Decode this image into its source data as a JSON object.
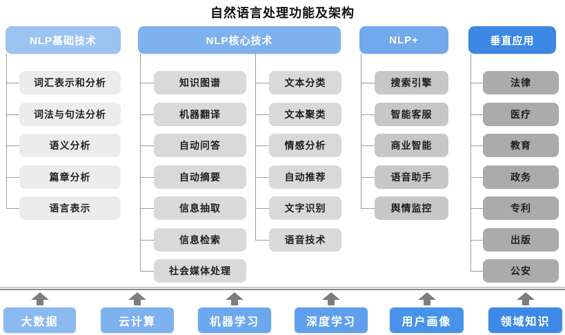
{
  "title": "自然语言处理功能及架构",
  "diagram": {
    "connector_color": "#9a9a9a",
    "arrow_color": "#7d7d7d",
    "separator_light_color": "#c9c9c9",
    "separator_dark_color": "#8e8e8e",
    "columns": [
      {
        "id": "nlp-basic",
        "label": "NLP基础技术",
        "header_color": "#9cc3f1",
        "item_color": "#ececec",
        "items": [
          "词汇表示和分析",
          "词法与句法分析",
          "语义分析",
          "篇章分析",
          "语言表示"
        ]
      },
      {
        "id": "nlp-core",
        "label": "NLP核心技术",
        "header_color": "#7fb1ee",
        "item_color": "#d9d9d9",
        "subcolumns": [
          [
            "知识图谱",
            "机器翻译",
            "自动问答",
            "自动摘要",
            "信息抽取",
            "信息检索",
            "社会媒体处理"
          ],
          [
            "文本分类",
            "文本聚类",
            "情感分析",
            "自动推荐",
            "文字识别",
            "语音技术"
          ]
        ]
      },
      {
        "id": "nlp-plus",
        "label": "NLP+",
        "header_color": "#71a9ec",
        "item_color": "#c7c7c7",
        "items": [
          "搜索引擎",
          "智能客服",
          "商业智能",
          "语音助手",
          "舆情监控"
        ]
      },
      {
        "id": "vertical-apps",
        "label": "垂直应用",
        "header_color": "#3c86e4",
        "item_color": "#ababab",
        "items": [
          "法律",
          "医疗",
          "教育",
          "政务",
          "专利",
          "出版",
          "公安"
        ]
      }
    ],
    "foundation": [
      {
        "label": "大数据",
        "color": "#8bbaf0"
      },
      {
        "label": "云计算",
        "color": "#7db2ef"
      },
      {
        "label": "机器学习",
        "color": "#6ca8ed"
      },
      {
        "label": "深度学习",
        "color": "#5f9feb"
      },
      {
        "label": "用户画像",
        "color": "#4893e9"
      },
      {
        "label": "领域知识",
        "color": "#3d8ae6"
      }
    ]
  }
}
